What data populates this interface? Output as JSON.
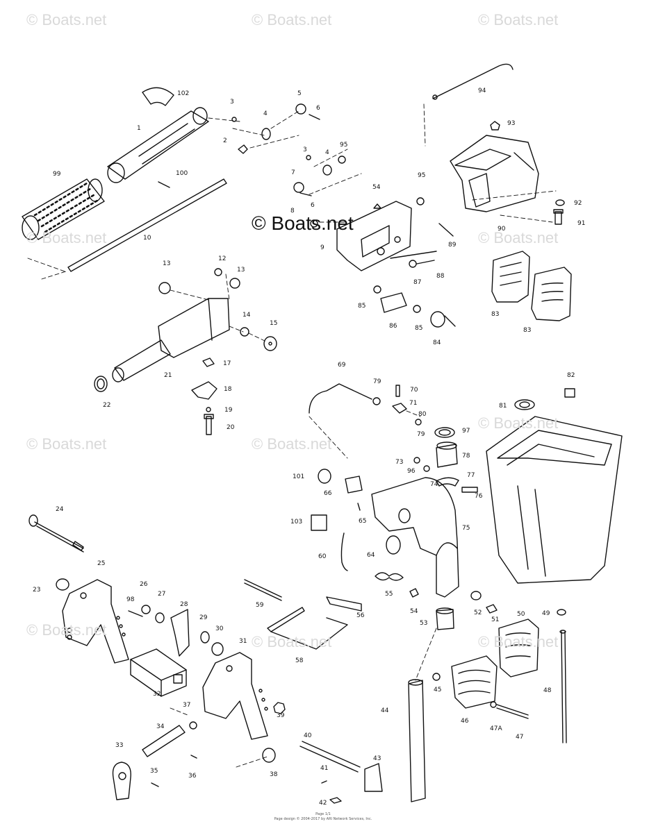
{
  "watermark": {
    "text": "© Boats.net"
  },
  "watermark_center": {
    "text": "© Boats.net"
  },
  "callouts": [
    "1",
    "2",
    "3",
    "4",
    "5",
    "6",
    "10",
    "99",
    "100",
    "102",
    "3",
    "4",
    "95",
    "7",
    "6",
    "8",
    "9",
    "54",
    "95",
    "94",
    "93",
    "92",
    "91",
    "90",
    "89",
    "88",
    "87",
    "85",
    "86",
    "85",
    "84",
    "83",
    "83",
    "13",
    "12",
    "13",
    "14",
    "15",
    "21",
    "22",
    "17",
    "18",
    "19",
    "20",
    "69",
    "79",
    "70",
    "71",
    "80",
    "79",
    "97",
    "82",
    "81",
    "78",
    "73",
    "96",
    "74",
    "76",
    "77",
    "101",
    "66",
    "65",
    "103",
    "75",
    "64",
    "60",
    "55",
    "54",
    "52",
    "51",
    "50",
    "49",
    "24",
    "23",
    "25",
    "98",
    "26",
    "27",
    "28",
    "29",
    "30",
    "59",
    "56",
    "53",
    "58",
    "32",
    "31",
    "39",
    "37",
    "34",
    "33",
    "35",
    "36",
    "38",
    "40",
    "41",
    "42",
    "43",
    "44",
    "45",
    "46",
    "47A",
    "47",
    "48"
  ],
  "footer": {
    "line1": "Page 1/1",
    "line2": "Page design © 2004-2017 by ARI Network Services, Inc."
  }
}
